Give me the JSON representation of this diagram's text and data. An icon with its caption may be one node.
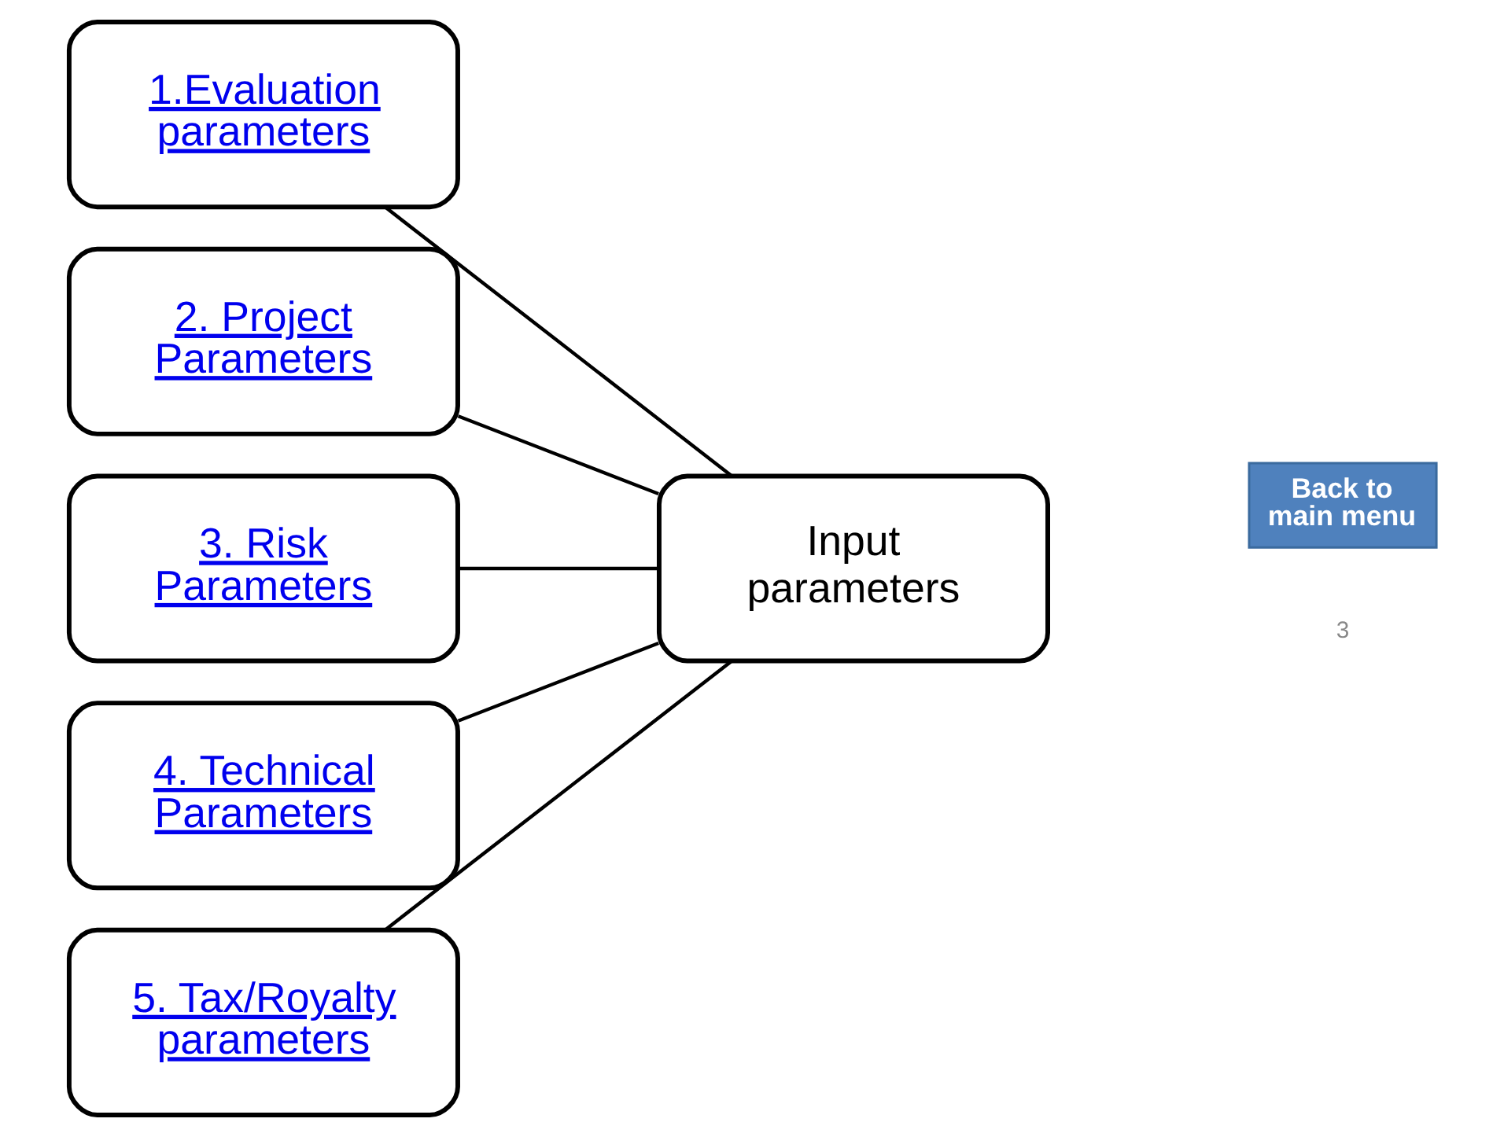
{
  "diagram": {
    "nodes": [
      {
        "text": [
          "1.Evaluation parameters"
        ]
      },
      {
        "text": [
          "2. Project Parameters"
        ]
      },
      {
        "text": [
          "3. Risk Parameters"
        ]
      },
      {
        "text": [
          "4. Technical Parameters"
        ]
      },
      {
        "text": [
          "5. Tax/Royalty parameters"
        ]
      },
      {
        "text": [
          "Input parameters"
        ]
      },
      {
        "text": [
          "Back to main menu"
        ]
      }
    ],
    "edges": [
      {
        "from": 0,
        "to": 5,
        "arrow": "none"
      },
      {
        "from": 1,
        "to": 5,
        "arrow": "none"
      },
      {
        "from": 2,
        "to": 5,
        "arrow": "none"
      },
      {
        "from": 3,
        "to": 5,
        "arrow": "none"
      },
      {
        "from": 4,
        "to": 5,
        "arrow": "none"
      }
    ],
    "labels": [
      "3"
    ]
  }
}
